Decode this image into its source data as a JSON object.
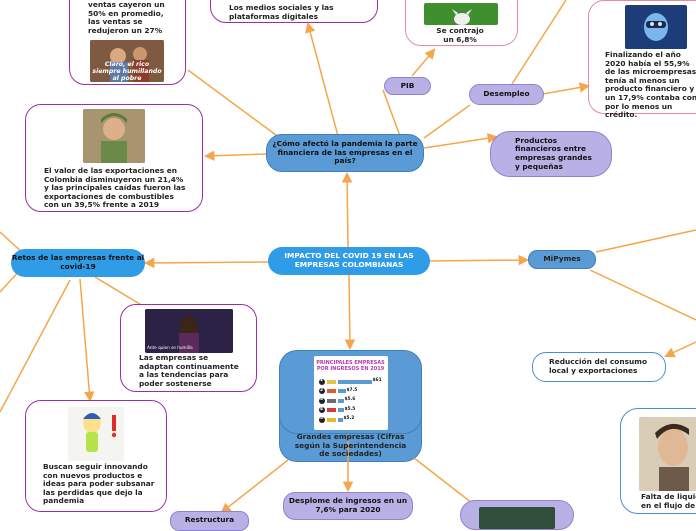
{
  "nodes": {
    "center": "IMPACTO DEL COVID 19 EN LAS EMPRESAS COLOMBIANAS",
    "pandemia": "¿Cómo afectó la pandemia la parte financiera de las empresas en el país?",
    "pib": "PIB",
    "pib_text": "Se contrajo un 6,8%",
    "desempleo": "Desempleo",
    "productos": "Productos financieros entre empresas grandes y pequeñas",
    "microempresas": "Finalizando el año 2020 había el 55,9% de las microempresas tenía al menos un producto financiero y un 17,9% contaba con por lo menos un crédito.",
    "exportaciones": "El valor de las exportaciones en Colombia disminuyeron un 21,4% y las principales caídas fueron las exportaciones de combustibles con un 39,5% frente a 2019",
    "ventas": "ventas cayeron un 50% en promedio, las ventas se redujeron un 27%",
    "meme_caption": "Claro, el rico siempre humillando al pobre",
    "redes": "Los medios sociales y las plataformas digitales",
    "retos": "Retos de las empresas frente al covid-19",
    "adaptan": "Las empresas se adaptan continuamente a las tendencias para poder sostenerse",
    "innovando": "Buscan seguir innovando con nuevos productos e ideas para poder subsanar las perdidas que dejo la pandemia",
    "grandes": "Grandes empresas (Cifras según la Superintendencia de sociedades)",
    "desplome": "Desplome de ingresos en un 7,6% para 2020",
    "mipymes": "MiPymes",
    "reduccion": "Reducción del consumo local y exportaciones",
    "falta": "Falta de liquidez en el flujo de caja",
    "bottom_stub": "Restructura"
  },
  "ranking_image": {
    "title": "PRINCIPALES EMPRESAS POR INGRESOS EN 2019",
    "rows": [
      {
        "rank": "1",
        "value": "$61"
      },
      {
        "rank": "2",
        "value": "$7.5"
      },
      {
        "rank": "3",
        "value": "$5.6"
      },
      {
        "rank": "4",
        "value": "$5.5"
      },
      {
        "rank": "5",
        "value": "$5.2"
      }
    ]
  },
  "photo_captions": {
    "singer": "Ante quien se humilla"
  },
  "colors": {
    "connector": "#f5a64a",
    "node_blue": "#2e9ce6",
    "node_steel": "#5b9bd5",
    "node_lavender": "#b9b1e6",
    "border_magenta": "#9b2ea8",
    "border_pink": "#e58aa3",
    "border_blue": "#4a8fd6"
  },
  "icons": [
    "inside-out-joy-icon",
    "inside-out-sadness-icon",
    "bird-icon",
    "chavo-photo",
    "singer-photo",
    "man-photo"
  ]
}
